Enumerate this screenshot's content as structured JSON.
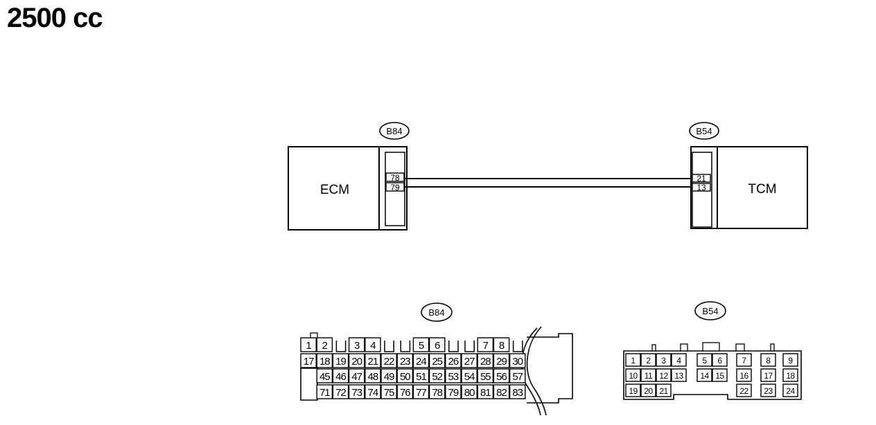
{
  "title": "2500 cc",
  "colors": {
    "line": "#000000",
    "background": "#ffffff"
  },
  "wiring": {
    "ecm_label": "ECM",
    "tcm_label": "TCM",
    "ecm_connector_id": "B84",
    "tcm_connector_id": "B54",
    "ecm_pins": [
      "78",
      "79"
    ],
    "tcm_pins": [
      "21",
      "13"
    ]
  },
  "connector_b84": {
    "label": "B84",
    "rows": [
      [
        "1",
        "2",
        "",
        "3",
        "4",
        "",
        "",
        "5",
        "6",
        "",
        "",
        "7",
        "8",
        ""
      ],
      [
        "17",
        "18",
        "19",
        "20",
        "21",
        "22",
        "23",
        "24",
        "25",
        "26",
        "27",
        "28",
        "29",
        "30"
      ],
      [
        "",
        "45",
        "46",
        "47",
        "48",
        "49",
        "50",
        "51",
        "52",
        "53",
        "54",
        "55",
        "56",
        "57"
      ],
      [
        "",
        "71",
        "72",
        "73",
        "74",
        "75",
        "76",
        "77",
        "78",
        "79",
        "80",
        "81",
        "82",
        "83"
      ]
    ]
  },
  "connector_b54": {
    "label": "B54",
    "row1": [
      "1",
      "2",
      "3",
      "4",
      "5",
      "6",
      "7",
      "8",
      "9"
    ],
    "row2": [
      "10",
      "11",
      "12",
      "13",
      "14",
      "15",
      "16",
      "17",
      "18"
    ],
    "row3": [
      "19",
      "20",
      "21",
      "22",
      "23",
      "24"
    ]
  }
}
